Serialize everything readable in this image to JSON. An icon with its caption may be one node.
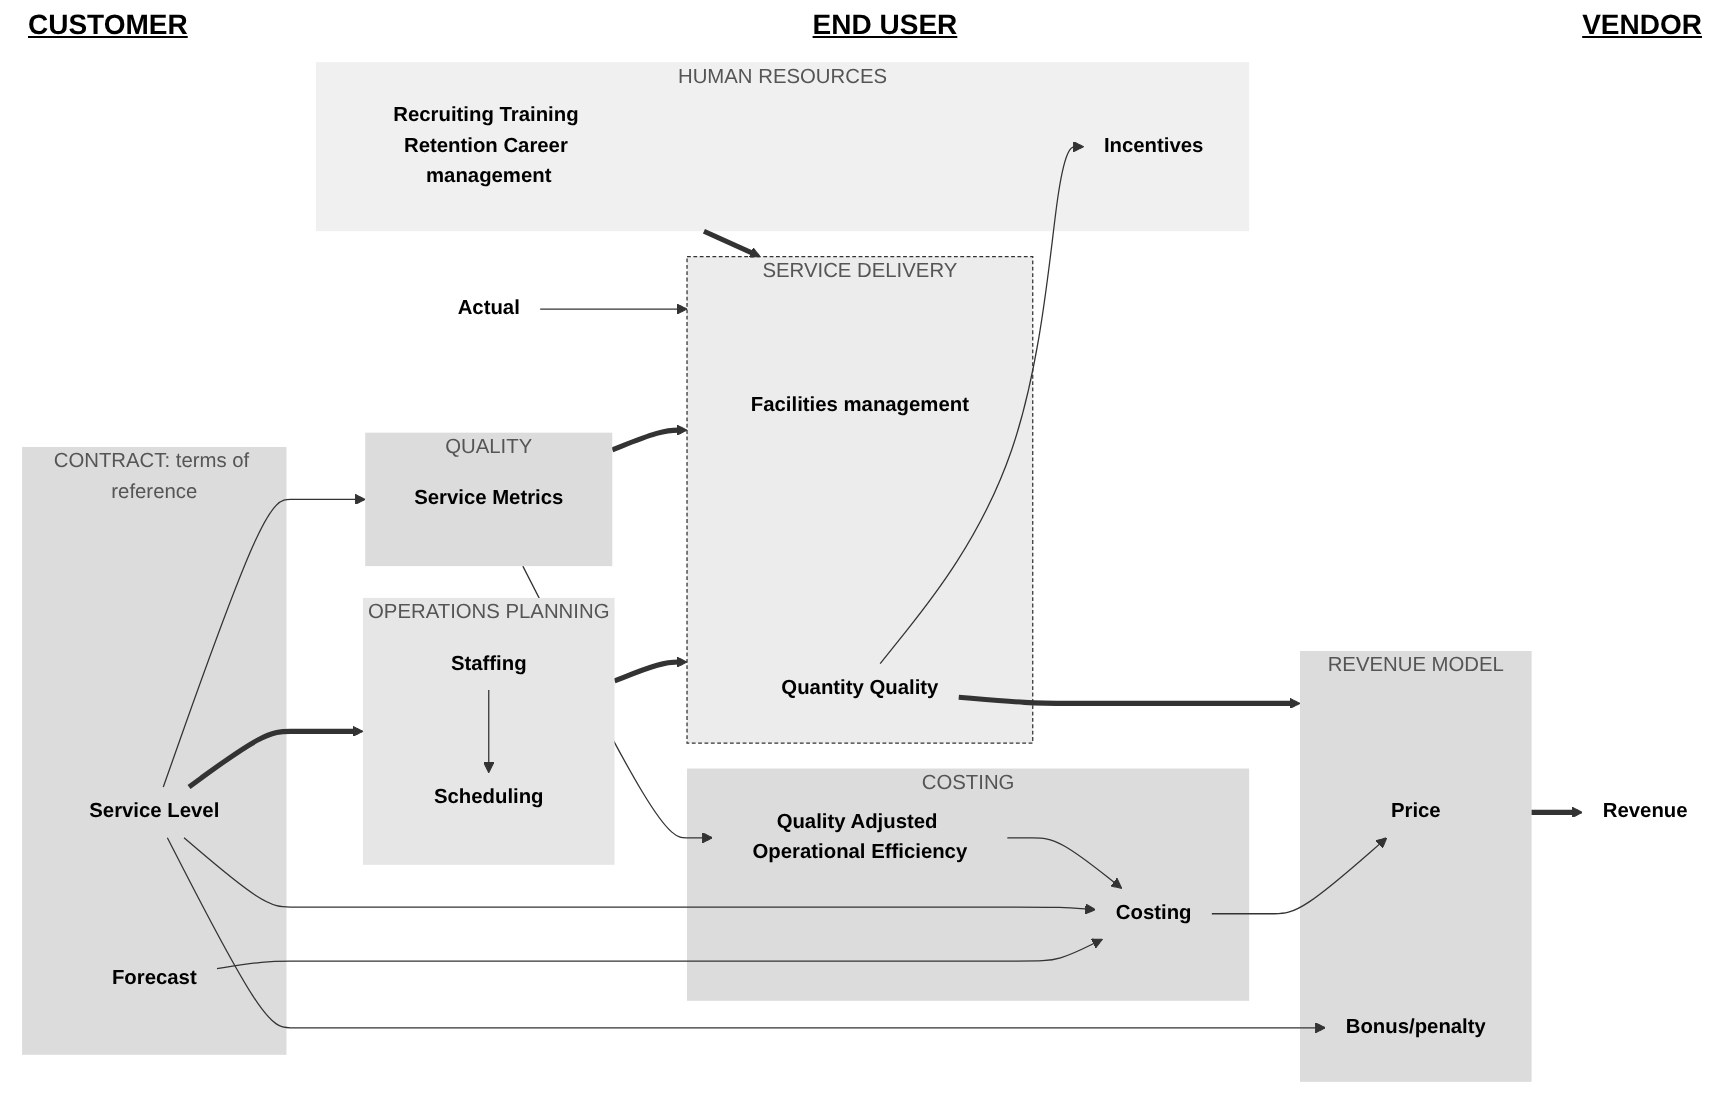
{
  "diagram": {
    "nodes": [
      {
        "text": [
          "Actual"
        ]
      },
      {
        "text": [
          "CONTRACT: terms of reference"
        ]
      },
      {
        "text": [
          "Forecast"
        ],
        "in": 1
      },
      {
        "text": [
          "Service Level"
        ],
        "in": 1
      },
      {
        "text": [
          "COSTING"
        ]
      },
      {
        "text": [
          "Costing"
        ],
        "in": 4
      },
      {
        "text": [
          "Quality Adjusted Operational Efficiency"
        ],
        "in": 4
      },
      {
        "text": [
          "REVENUE MODEL"
        ]
      },
      {
        "text": [
          "Price"
        ],
        "in": 7
      },
      {
        "text": [
          "Bonus/penalty"
        ],
        "in": 7
      },
      {
        "text": [
          "Revenue"
        ]
      },
      {
        "text": [
          "QUALITY"
        ]
      },
      {
        "text": [
          "Service Metrics"
        ],
        "in": 11
      },
      {
        "text": [
          "OPERATIONS PLANNING"
        ]
      },
      {
        "text": [
          "Staffing"
        ],
        "in": 13
      },
      {
        "text": [
          "Scheduling"
        ],
        "in": 13
      },
      {
        "text": [
          "SERVICE DELIVERY"
        ]
      },
      {
        "text": [
          "Facilities management"
        ],
        "in": 16
      },
      {
        "text": [
          "Quantity Quality"
        ],
        "in": 16
      },
      {
        "text": [
          "HUMAN RESOURCES"
        ]
      },
      {
        "text": [
          "Recruiting Training Retention Career management"
        ],
        "in": 19
      },
      {
        "text": [
          "Incentives"
        ],
        "in": 19
      }
    ],
    "edges": [
      {
        "from": 2,
        "to": 5,
        "arrow": "to"
      },
      {
        "from": 3,
        "to": 5,
        "arrow": "to"
      },
      {
        "from": 6,
        "to": 5,
        "arrow": "to"
      },
      {
        "from": 5,
        "to": 8,
        "arrow": "to"
      },
      {
        "from": 7,
        "to": 10,
        "arrow": "to",
        "style": "thick"
      },
      {
        "from": 3,
        "to": 9,
        "arrow": "to"
      },
      {
        "from": 3,
        "to": 11,
        "arrow": "to"
      },
      {
        "from": 3,
        "to": 13,
        "arrow": "to",
        "style": "thick"
      },
      {
        "from": 14,
        "to": 15,
        "arrow": "to"
      },
      {
        "from": 13,
        "to": 16,
        "arrow": "to",
        "style": "thick"
      },
      {
        "from": 11,
        "to": 16,
        "arrow": "to",
        "style": "thick"
      },
      {
        "from": 11,
        "to": 6,
        "arrow": "to"
      },
      {
        "from": 0,
        "to": 16,
        "arrow": "to"
      },
      {
        "from": 18,
        "to": 7,
        "arrow": "to",
        "style": "thick"
      },
      {
        "from": 18,
        "to": 21,
        "arrow": "to"
      },
      {
        "from": 19,
        "to": 16,
        "arrow": "to",
        "style": "thick"
      }
    ],
    "labels": [
      "CUSTOMER",
      "END USER",
      "VENDOR"
    ]
  }
}
